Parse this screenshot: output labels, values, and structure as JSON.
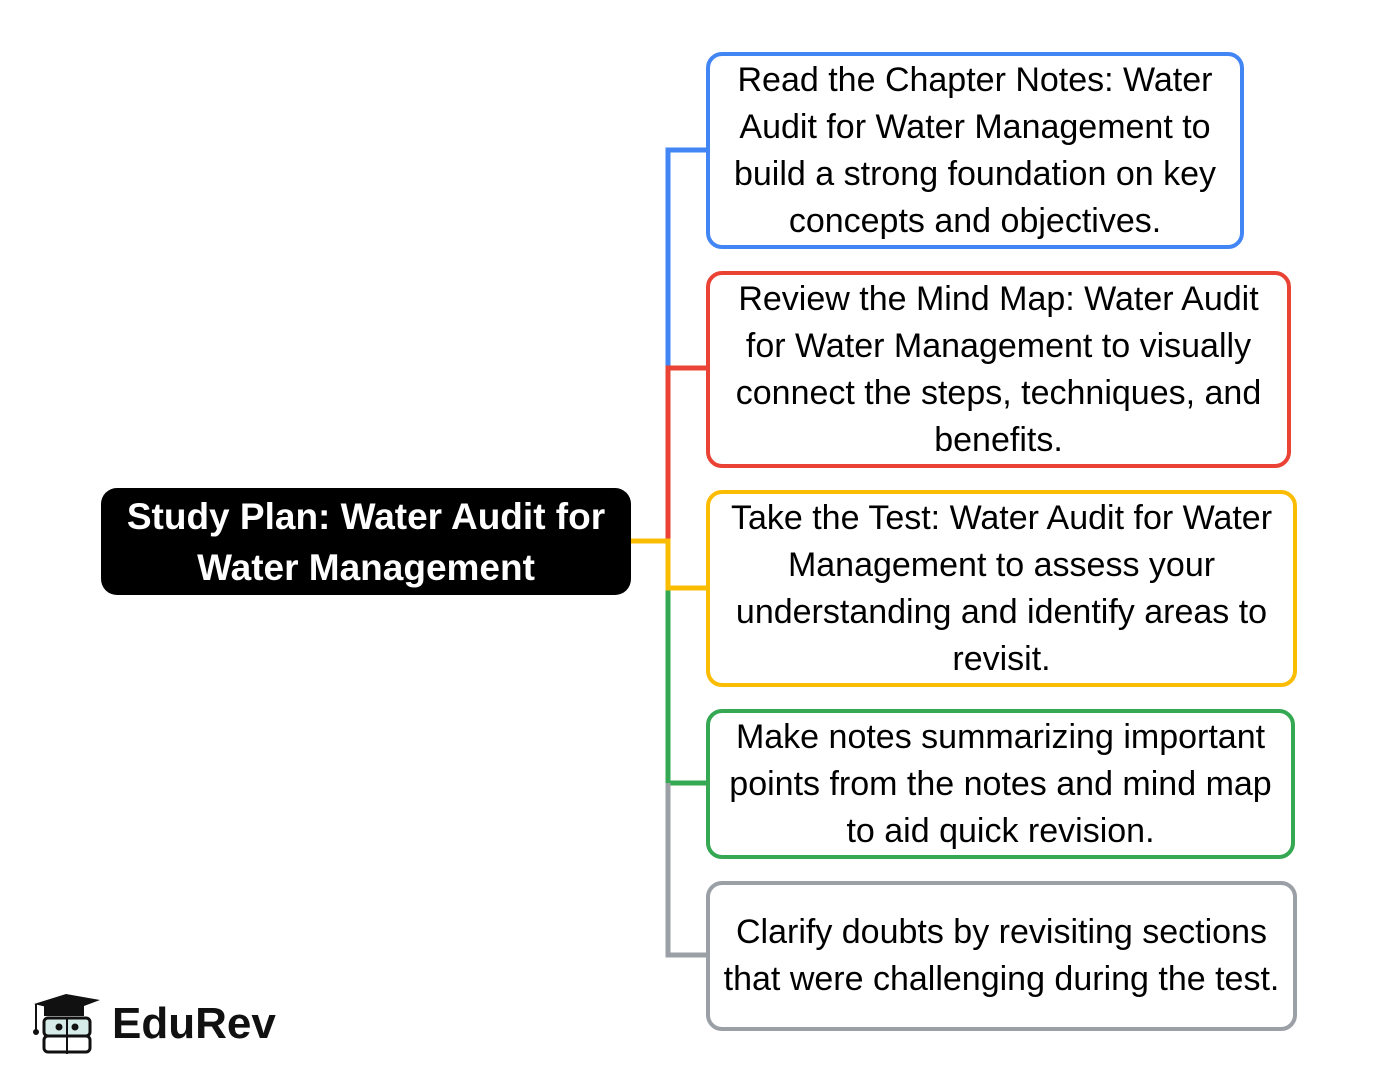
{
  "central": {
    "title": "Study Plan: Water Audit for Water Management"
  },
  "colors": {
    "blue": "#4285f4",
    "red": "#ea4335",
    "yellow": "#fbbc04",
    "green": "#34a853",
    "gray": "#9aa0a6"
  },
  "branches": [
    {
      "text": "Read the Chapter Notes: Water Audit for Water Management to build a strong foundation on key concepts and objectives.",
      "color": "#4285f4"
    },
    {
      "text": "Review the Mind Map: Water Audit for Water Management to visually connect the steps, techniques, and benefits.",
      "color": "#ea4335"
    },
    {
      "text": "Take the Test: Water Audit for Water Management to assess your understanding and identify areas to revisit.",
      "color": "#fbbc04"
    },
    {
      "text": "Make notes summarizing important points from the notes and mind map to aid quick revision.",
      "color": "#34a853"
    },
    {
      "text": "Clarify doubts by revisiting sections that were challenging during the test.",
      "color": "#9aa0a6"
    }
  ],
  "logo": {
    "text": "EduRev"
  }
}
